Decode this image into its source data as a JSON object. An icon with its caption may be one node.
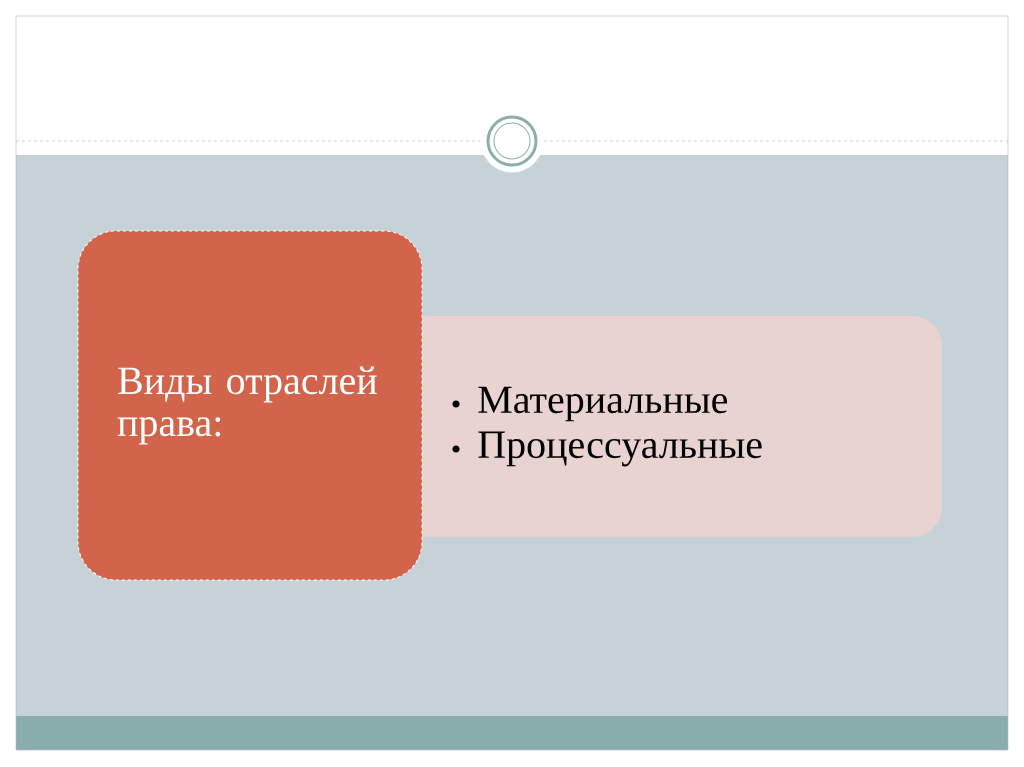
{
  "diagram": {
    "nodes": [
      {
        "text": [
          "Виды отраслей права:"
        ]
      },
      {
        "text": [
          "Материальные",
          "Процессуальные"
        ]
      }
    ]
  }
}
